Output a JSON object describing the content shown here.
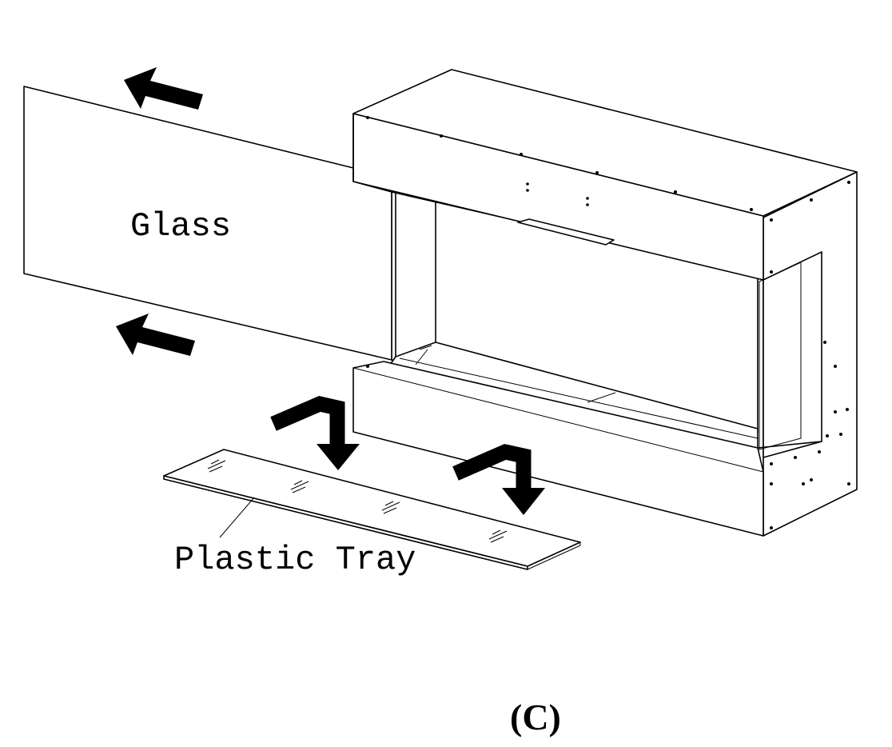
{
  "labels": {
    "glass": "Glass",
    "plastic_tray": "Plastic Tray",
    "figure": "(C)"
  },
  "icons": {
    "removal_arrows": "arrow-left-icon",
    "placement_arrows": "arrow-down-hook-icon"
  }
}
